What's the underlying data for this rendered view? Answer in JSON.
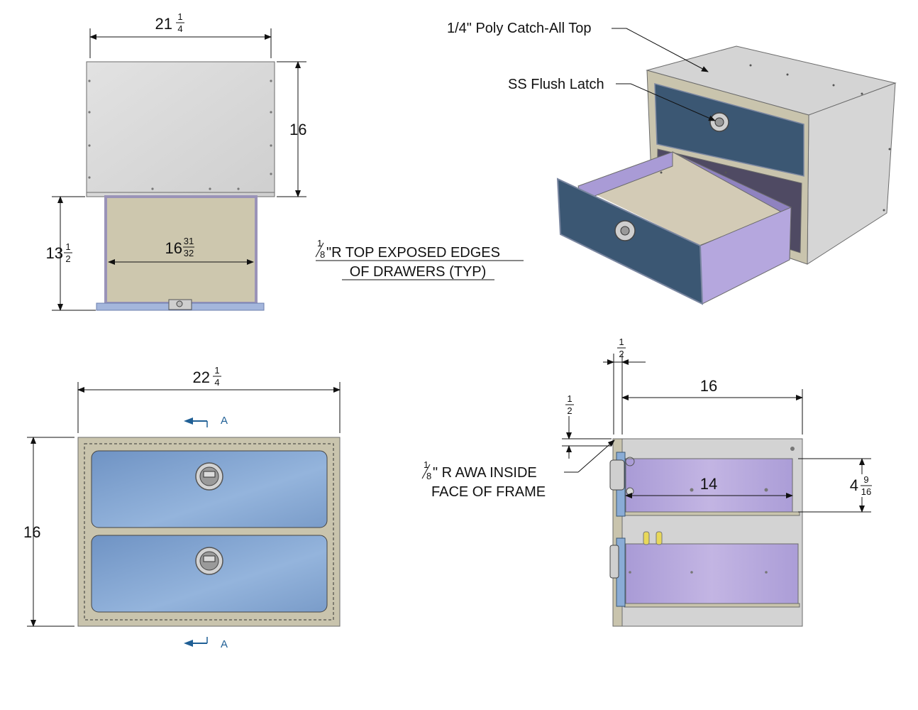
{
  "top_view": {
    "width_whole": "21",
    "width_num": "1",
    "width_den": "4",
    "height": "16",
    "drawer_ext_whole": "13",
    "drawer_ext_num": "1",
    "drawer_ext_den": "2",
    "drawer_width_whole": "16",
    "drawer_width_num": "31",
    "drawer_width_den": "32"
  },
  "edge_note": {
    "frac_num": "1",
    "frac_den": "8",
    "line1": "\"R TOP EXPOSED EDGES",
    "line2": "OF DRAWERS (TYP)"
  },
  "iso_view": {
    "callout_top": "1/4\" Poly Catch-All Top",
    "callout_latch": "SS Flush Latch"
  },
  "front_view": {
    "width_whole": "22",
    "width_num": "1",
    "width_den": "4",
    "height": "16",
    "section_label": "A"
  },
  "section_view": {
    "frame_num": "1",
    "frame_den": "2",
    "depth": "16",
    "inset_num": "1",
    "inset_den": "2",
    "awa_frac_num": "1",
    "awa_frac_den": "8",
    "awa_line1": "\" R AWA INSIDE",
    "awa_line2": "FACE OF FRAME",
    "drawer_depth": "14",
    "drawer_height_whole": "4",
    "drawer_height_num": "9",
    "drawer_height_den": "16"
  },
  "colors": {
    "frame_tan": "#c9c4ad",
    "drawer_blue": "#8aacd6",
    "drawer_dark_blue": "#3b5773",
    "drawer_purple": "#b9a9dc",
    "panel_gray": "#d9d9d9",
    "section_arrow": "#1f5f95"
  }
}
